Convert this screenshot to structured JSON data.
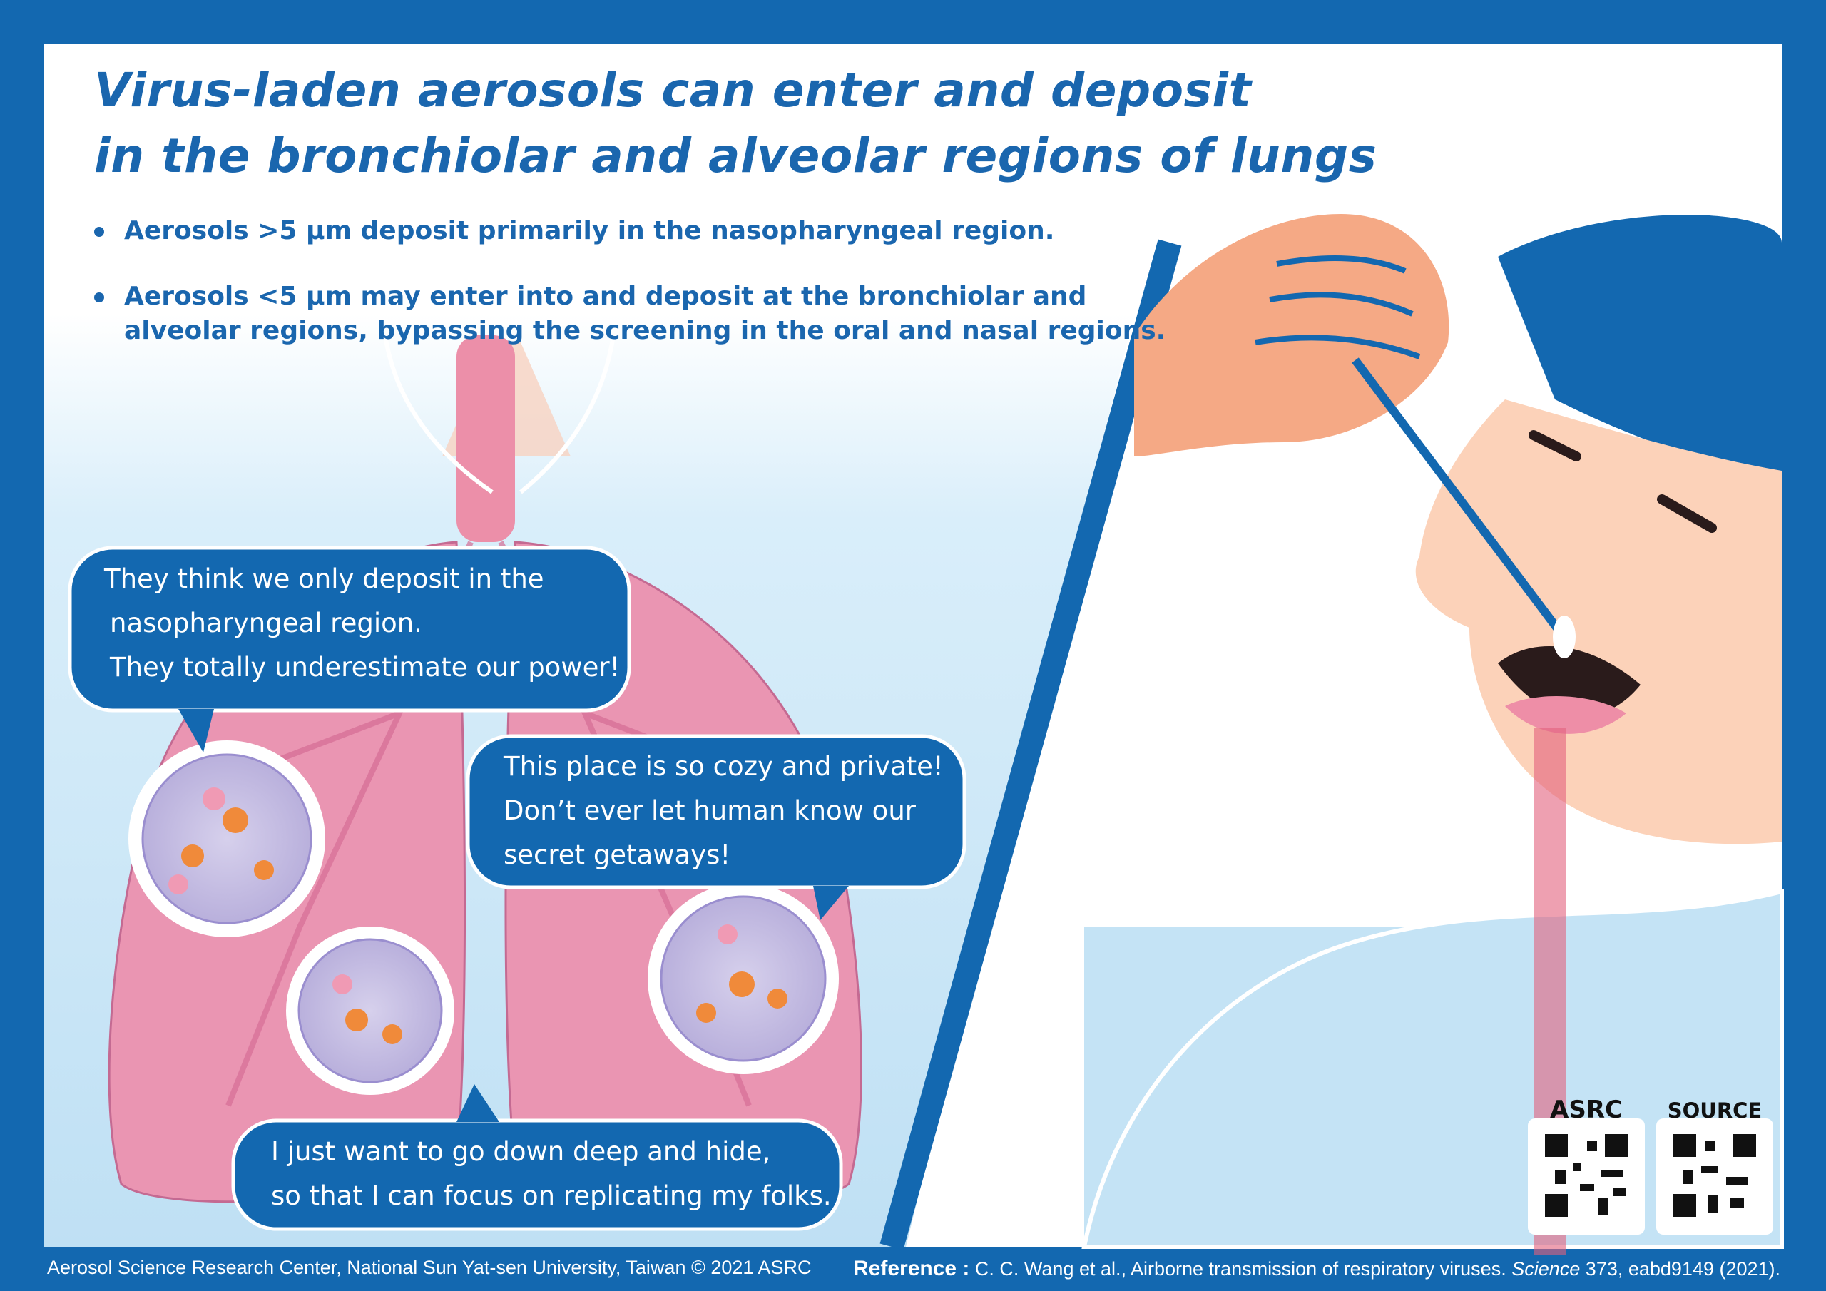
{
  "title": {
    "line1": "Virus-laden aerosols can enter and deposit",
    "line2": "in the bronchiolar and alveolar regions of lungs"
  },
  "bullets": [
    {
      "text": "Aerosols >5 µm deposit primarily in the nasopharyngeal region."
    },
    {
      "line1": "Aerosols <5 µm may enter into and deposit at the bronchiolar and",
      "line2": "alveolar regions, bypassing the screening in the oral and nasal regions."
    }
  ],
  "bubbles": [
    {
      "lines": [
        "They think we only deposit in the",
        "nasopharyngeal region.",
        "They totally underestimate our power!"
      ]
    },
    {
      "lines": [
        "This place is so cozy and private!",
        "Don’t ever let human know our",
        "secret getaways!"
      ]
    },
    {
      "lines": [
        "I just want to go down deep and  hide,",
        "so that I can focus on replicating my folks."
      ]
    }
  ],
  "qr_codes": [
    {
      "label": "ASRC"
    },
    {
      "label": "SOURCE"
    }
  ],
  "footer": {
    "credit": "Aerosol Science Research Center, National Sun Yat-sen University, Taiwan © 2021 ASRC",
    "reference_label": "Reference :",
    "reference_text": "C. C. Wang et al., Airborne transmission of respiratory viruses.",
    "reference_journal": "Science",
    "reference_tail": "373, eabd9149 (2021)."
  },
  "colors": {
    "brand_blue": "#1368b0",
    "lung_pink": "#e98fae",
    "sky": "#c4e3f5"
  }
}
